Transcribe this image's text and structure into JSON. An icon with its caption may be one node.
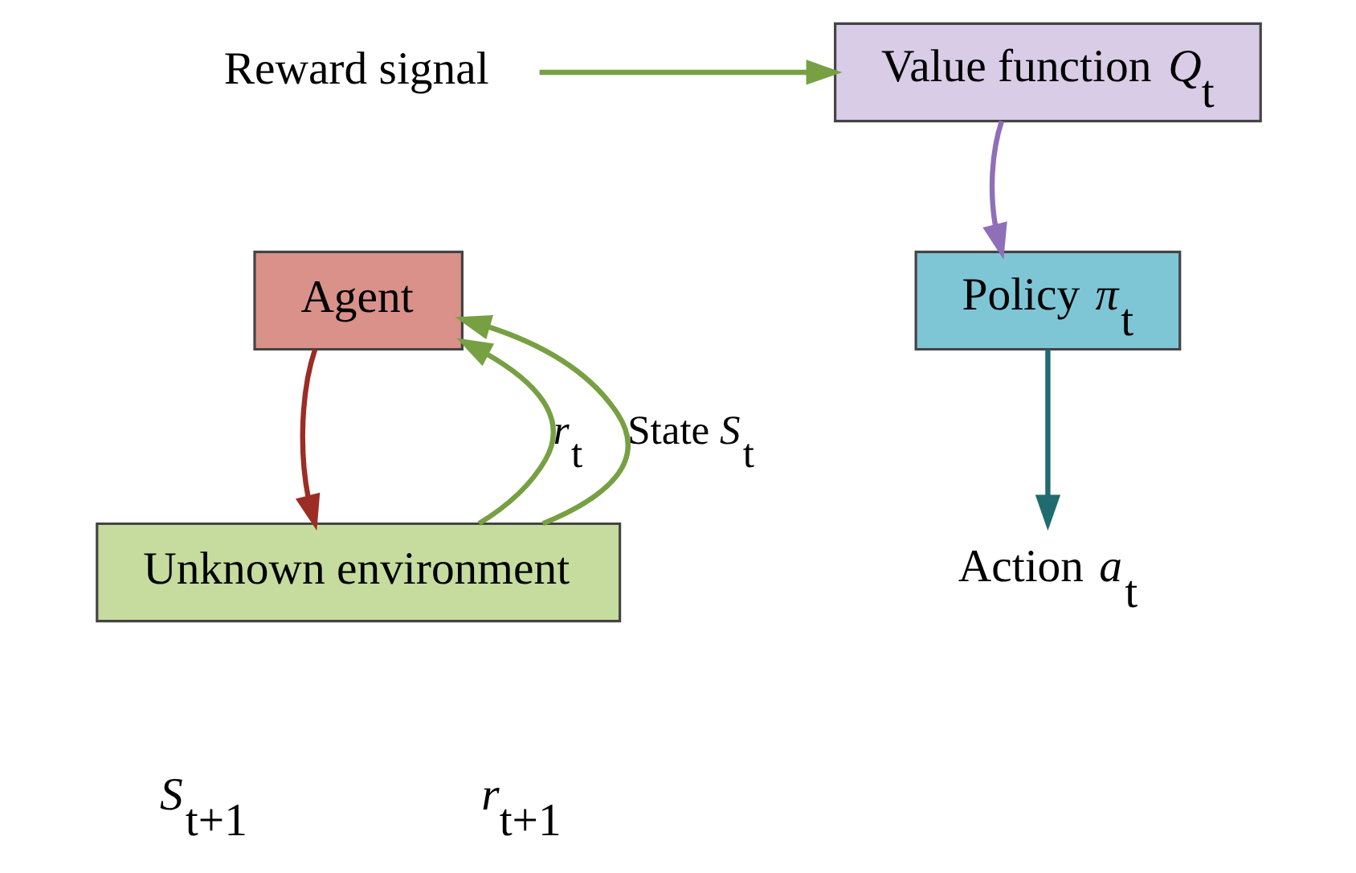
{
  "diagram": {
    "nodes": [
      {
        "text": [
          "Value function *Q*$_{t}$"
        ]
      },
      {
        "text": [
          "Policy *π*$_{t}$"
        ]
      },
      {
        "text": [
          "Agent"
        ]
      },
      {
        "text": [
          "Unknown environment"
        ]
      },
      {
        "text": [
          "Reward signal"
        ]
      },
      {
        "text": [
          "Action *a*$_{t}$"
        ]
      }
    ],
    "edges": [
      {
        "from": 4,
        "to": 0,
        "arrow": "to",
        "color": "#77a043"
      },
      {
        "from": 0,
        "to": 1,
        "arrow": "to",
        "color": "#8f6fb8"
      },
      {
        "from": 1,
        "to": 5,
        "arrow": "to",
        "color": "#1f6b70"
      },
      {
        "from": 2,
        "to": 3,
        "arrow": "to",
        "color": "#9b2d25"
      },
      {
        "from": 3,
        "to": 2,
        "arrow": "to",
        "label": "*r*$_{t}$",
        "color": "#77a043"
      },
      {
        "from": 3,
        "to": 2,
        "arrow": "to",
        "label": "State *S*$_{t}$",
        "color": "#77a043"
      }
    ],
    "labels": [
      "*S*$_{t+1}$",
      "*r*$_{t+1}$"
    ]
  }
}
